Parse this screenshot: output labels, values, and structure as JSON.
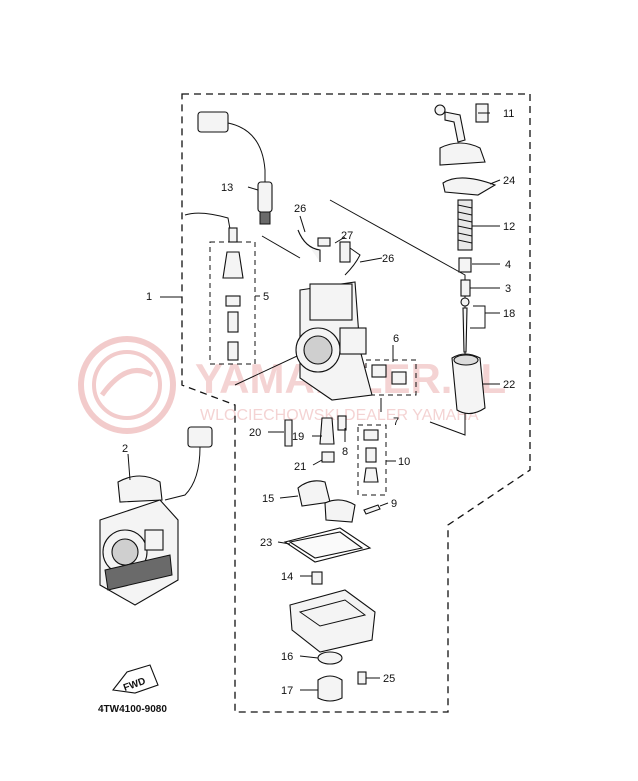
{
  "diagram": {
    "callouts": [
      "1",
      "2",
      "3",
      "4",
      "5",
      "6",
      "7",
      "8",
      "9",
      "10",
      "11",
      "12",
      "13",
      "14",
      "15",
      "16",
      "17",
      "18",
      "19",
      "20",
      "21",
      "22",
      "23",
      "24",
      "25",
      "26",
      "26",
      "27"
    ],
    "catalog_code": "4TW4100-9080",
    "fwd_label": "FWD",
    "watermark": {
      "brand": "YAMAHILER.PL",
      "tagline": "WLOCIECHOWSKI DEALER YAMAHA"
    }
  }
}
